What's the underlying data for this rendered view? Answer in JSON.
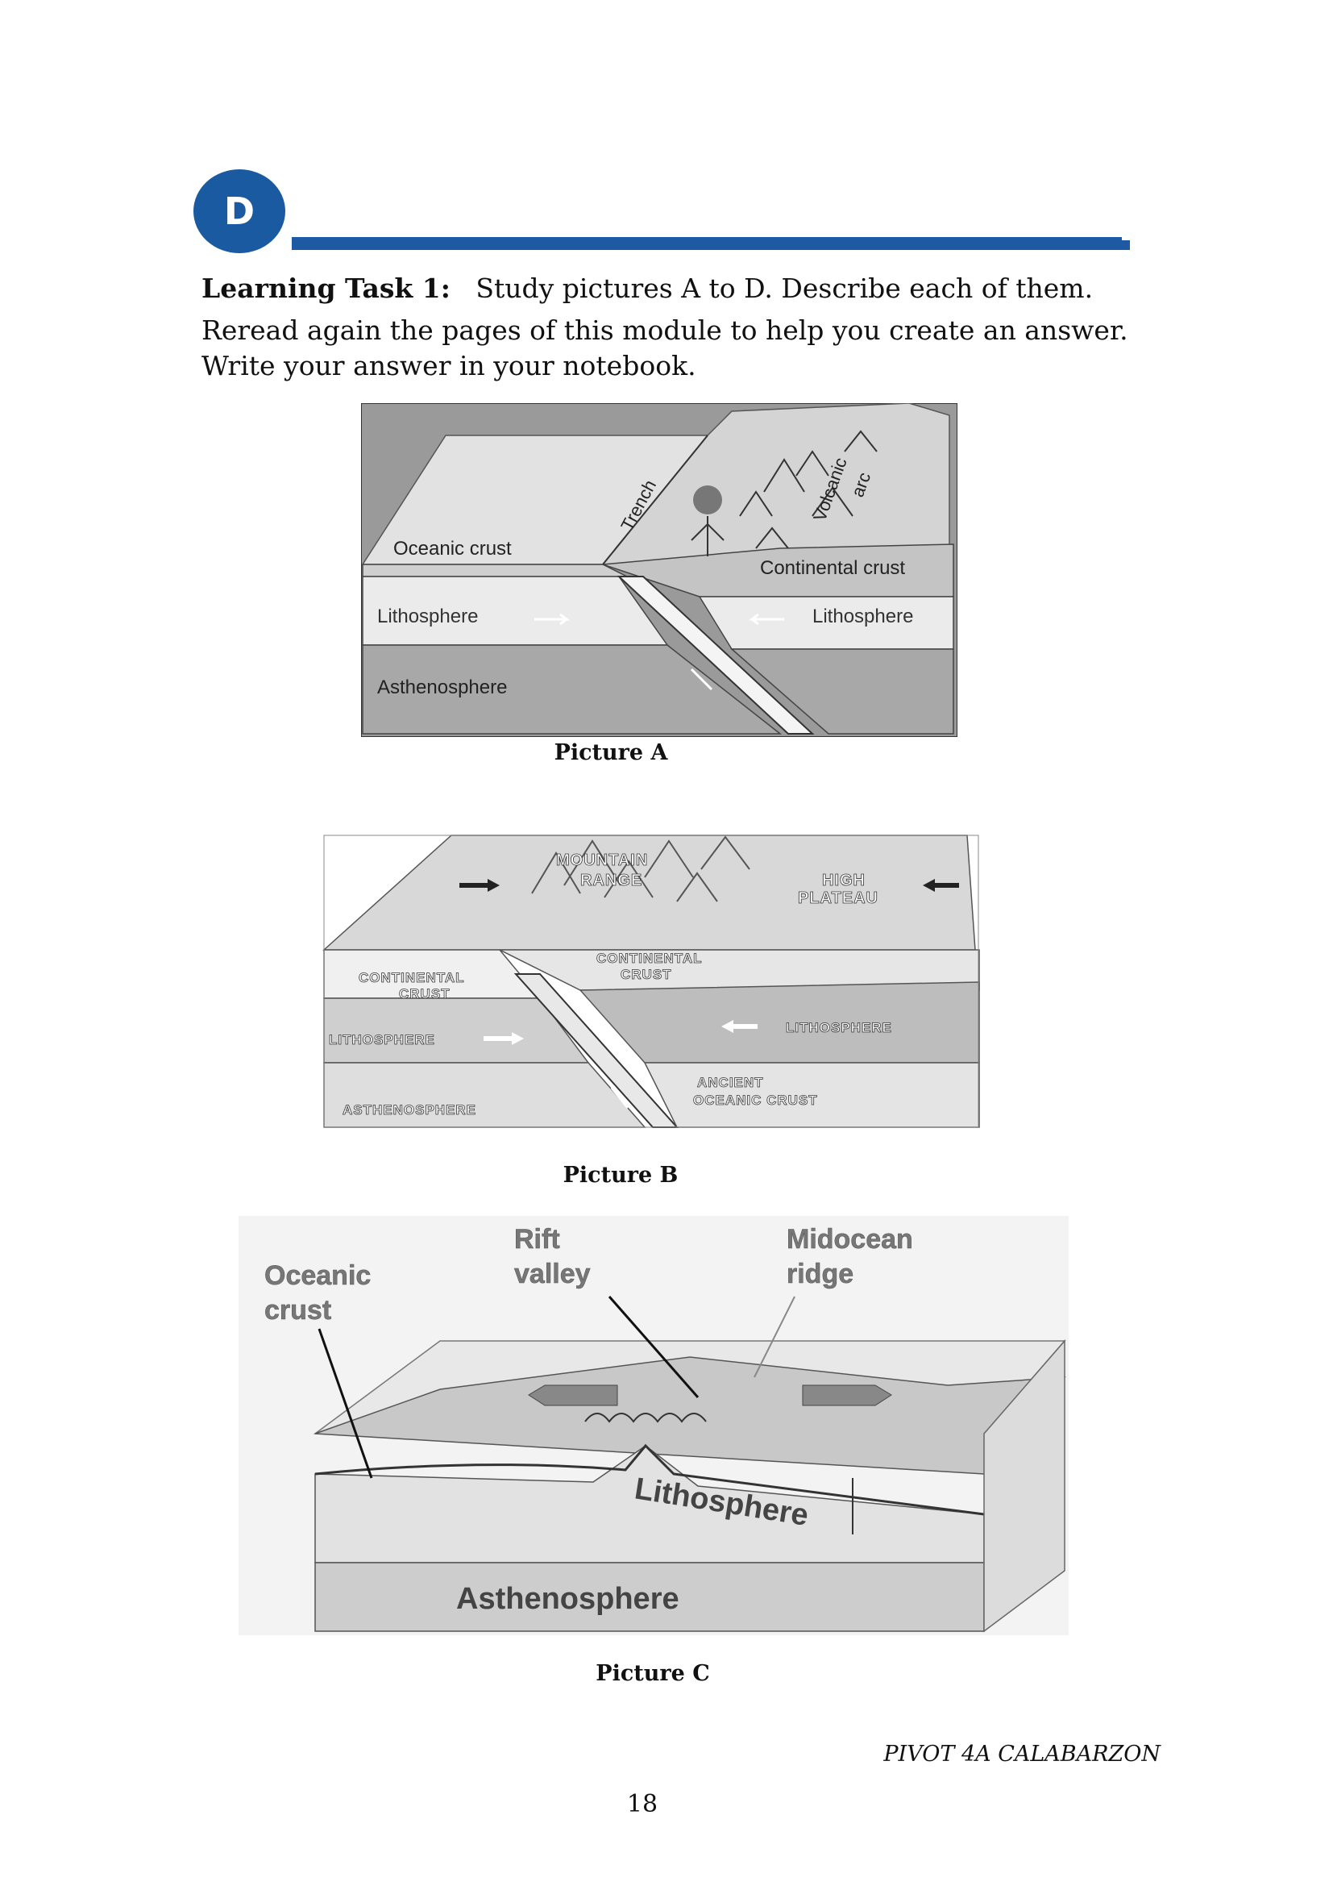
{
  "section": {
    "badge": "D"
  },
  "task": {
    "label": "Learning Task 1:",
    "line1": "Study  pictures A to D. Describe  each of them.",
    "line2": "Reread again  the pages  of this module  to help  you create an answer.",
    "line3": "Write your answer  in your notebook."
  },
  "pictureA": {
    "caption": "Picture A",
    "labels": {
      "oceanic_crust": "Oceanic crust",
      "trench": "Trench",
      "volcanic_arc_1": "Volcanic",
      "volcanic_arc_2": "arc",
      "continental_crust": "Continental crust",
      "lithosphere_left": "Lithosphere",
      "lithosphere_right": "Lithosphere",
      "asthenosphere": "Asthenosphere"
    }
  },
  "pictureB": {
    "caption": "Picture B",
    "labels": {
      "mountain_range_1": "MOUNTAIN",
      "mountain_range_2": "RANGE",
      "high_plateau_1": "HIGH",
      "high_plateau_2": "PLATEAU",
      "continental_crust_left_1": "CONTINENTAL",
      "continental_crust_left_2": "CRUST",
      "continental_crust_mid_1": "CONTINENTAL",
      "continental_crust_mid_2": "CRUST",
      "lithosphere_left": "LITHOSPHERE",
      "lithosphere_right": "LITHOSPHERE",
      "asthenosphere": "ASTHENOSPHERE",
      "ancient_oceanic_crust_1": "ANCIENT",
      "ancient_oceanic_crust_2": "OCEANIC CRUST"
    }
  },
  "pictureC": {
    "caption": "Picture C",
    "labels": {
      "oceanic_crust_1": "Oceanic",
      "oceanic_crust_2": "crust",
      "rift_valley_1": "Rift",
      "rift_valley_2": "valley",
      "midocean_ridge_1": "Midocean",
      "midocean_ridge_2": "ridge",
      "lithosphere": "Lithosphere",
      "asthenosphere": "Asthenosphere"
    }
  },
  "footer": {
    "brand": "PIVOT 4A CALABARZON",
    "page_number": "18"
  }
}
